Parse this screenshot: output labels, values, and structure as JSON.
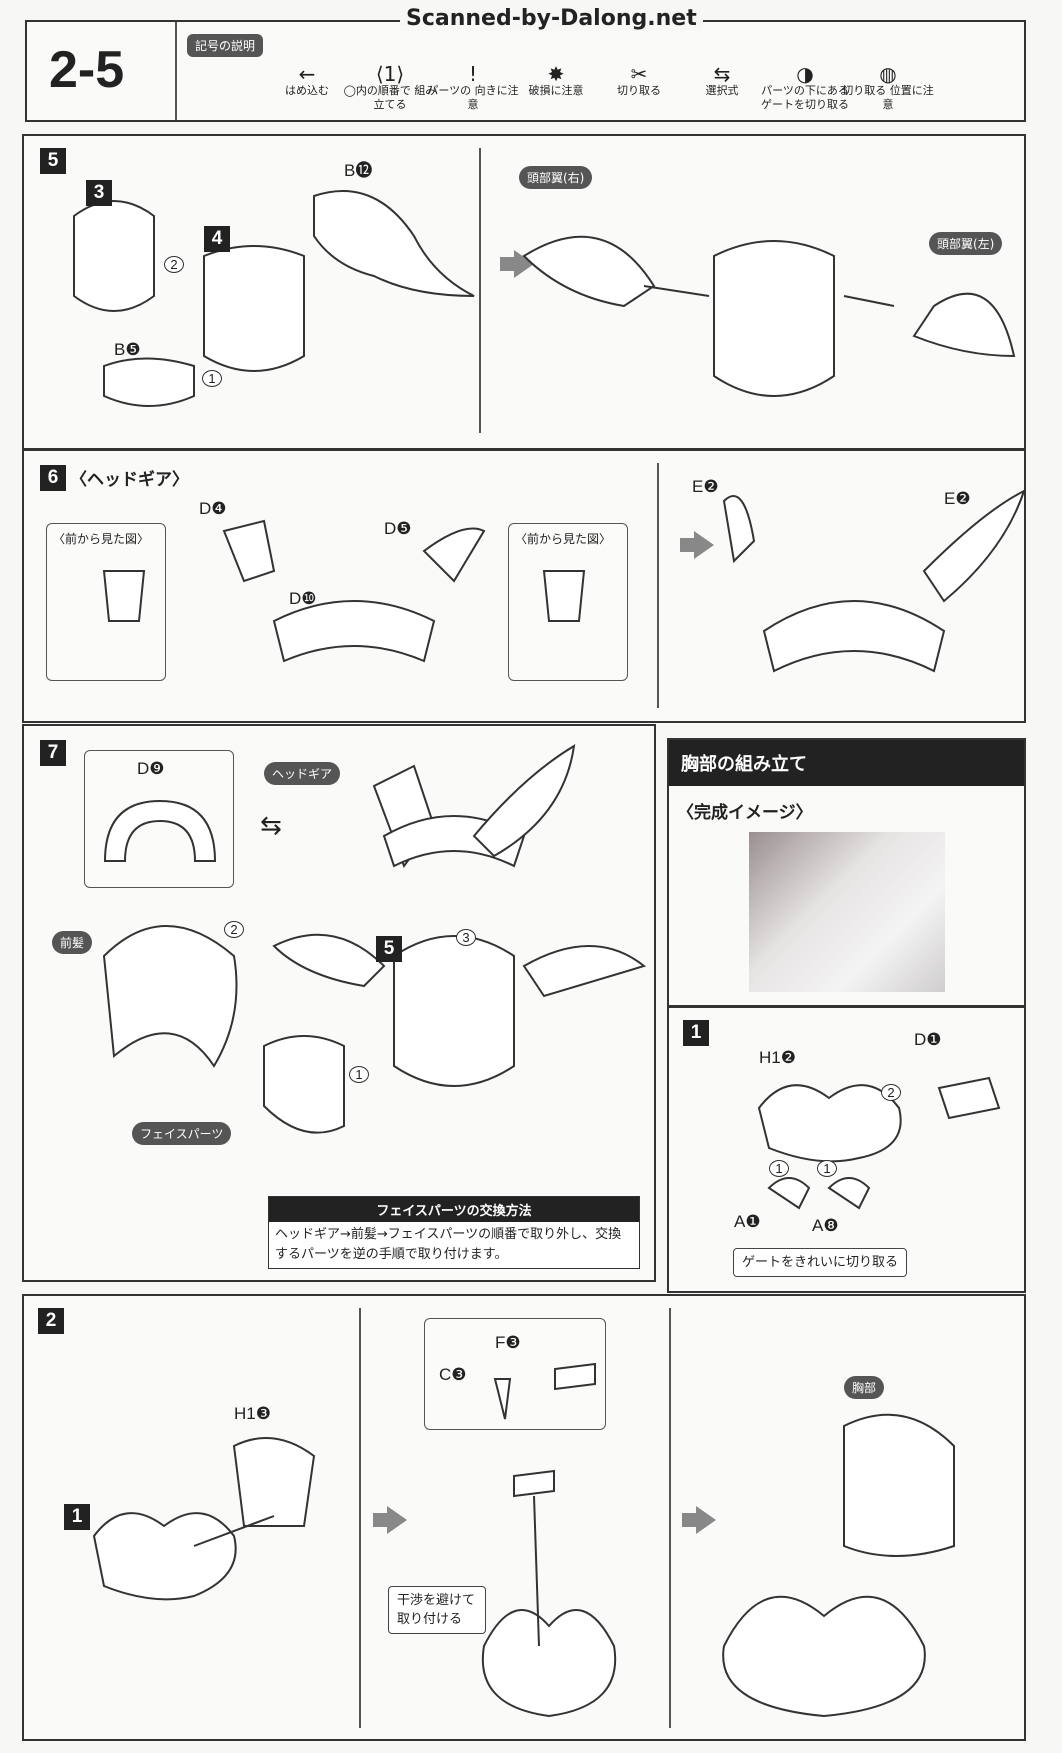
{
  "watermark": "Scanned-by-Dalong.net",
  "header": {
    "page_number": "2-5",
    "legend_title": "記号の説明",
    "legend": [
      {
        "icon": "arrow-left-icon",
        "glyph": "←",
        "label": "はめ込む"
      },
      {
        "icon": "hexagon-number-icon",
        "glyph": "⟨1⟩",
        "label": "◯内の順番で 組み立てる"
      },
      {
        "icon": "exclamation-icon",
        "glyph": "!",
        "label": "パーツの 向きに注意"
      },
      {
        "icon": "break-warning-icon",
        "glyph": "✸",
        "label": "破損に注意"
      },
      {
        "icon": "cut-icon",
        "glyph": "✂",
        "label": "切り取る"
      },
      {
        "icon": "alternate-arrows-icon",
        "glyph": "⇆",
        "label": "選択式"
      },
      {
        "icon": "gate-below-icon",
        "glyph": "◑",
        "label": "パーツの下にある ゲートを切り取る"
      },
      {
        "icon": "cut-position-icon",
        "glyph": "◍",
        "label": "切り取る 位置に注意"
      }
    ]
  },
  "step5": {
    "number": "5",
    "parts": [
      "3",
      "4",
      "B⓬",
      "B❺"
    ],
    "order": [
      "2",
      "1"
    ],
    "wing_right": "頭部翼(右)",
    "wing_left": "頭部翼(左)"
  },
  "step6": {
    "number": "6",
    "title": "〈ヘッドギア〉",
    "front_view": "〈前から見た図〉",
    "parts": [
      "D❹",
      "D❿",
      "D❺",
      "E❷",
      "E❷"
    ]
  },
  "step7": {
    "number": "7",
    "part_d9": "D❾",
    "headgear": "ヘッドギア",
    "bangs": "前髪",
    "face": "フェイスパーツ",
    "sub_ref": "5",
    "order": [
      "2",
      "3",
      "1"
    ],
    "face_swap_title": "フェイスパーツの交換方法",
    "face_swap_text": "ヘッドギア→前髪→フェイスパーツの順番で取り外し、交換するパーツを逆の手順で取り付けます。"
  },
  "chest": {
    "title": "胸部の組み立て",
    "image_caption": "〈完成イメージ〉"
  },
  "chest_step1": {
    "number": "1",
    "parts": [
      "H1❷",
      "D❶",
      "A❶",
      "A❽"
    ],
    "order": [
      "2",
      "1",
      "1"
    ],
    "note": "ゲートをきれいに切り取る"
  },
  "chest_step2": {
    "number": "2",
    "sub_ref": "1",
    "parts": [
      "H1❸",
      "F❸",
      "C❸"
    ],
    "note": "干渉を避けて 取り付ける",
    "chest_label": "胸部"
  }
}
